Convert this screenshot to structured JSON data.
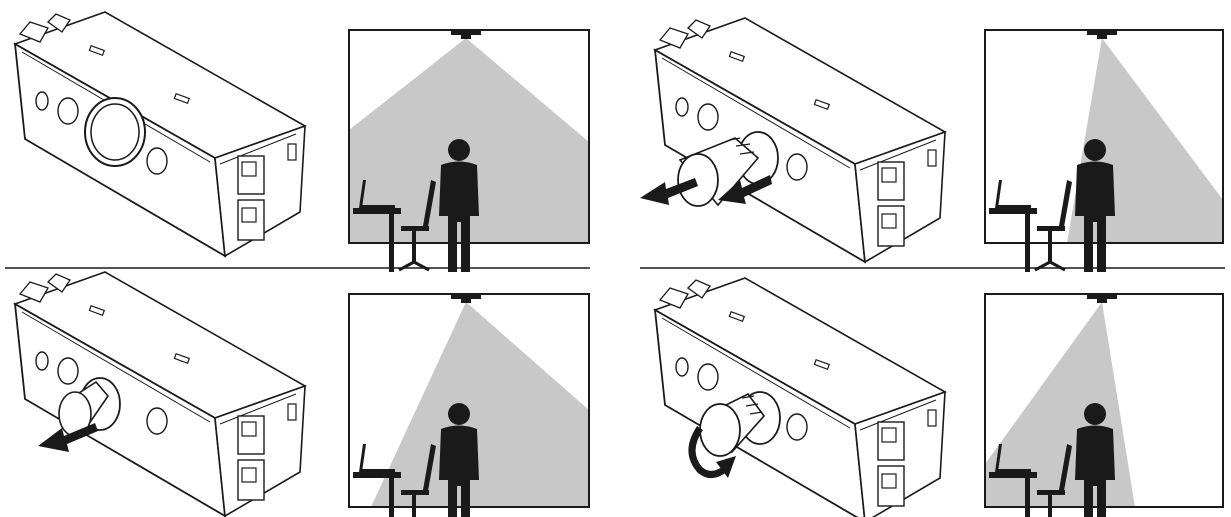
{
  "colors": {
    "line": "#1a1a1a",
    "cone": "#c8c8c8",
    "device_face": "#ffffff",
    "background": "#ffffff"
  },
  "panels": [
    {
      "id": "tl",
      "lens_accessory": "none",
      "arrow": "none",
      "coverage": "wide-symmetric"
    },
    {
      "id": "tr",
      "lens_accessory": "extended-sleeve",
      "arrow": "pull-out",
      "coverage": "narrow-right"
    },
    {
      "id": "bl",
      "lens_accessory": "short-sleeve",
      "arrow": "pull-out",
      "coverage": "wide-right"
    },
    {
      "id": "br",
      "lens_accessory": "rotating-sleeve",
      "arrow": "rotate",
      "coverage": "narrow-left"
    }
  ]
}
